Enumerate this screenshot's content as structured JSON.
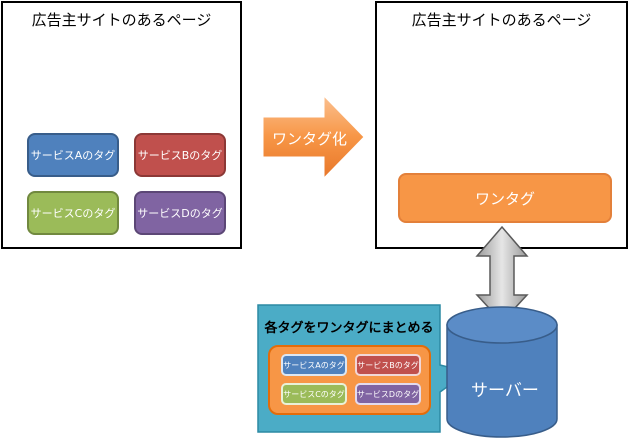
{
  "left_page": {
    "title": "広告主サイトのあるページ",
    "tags": [
      {
        "label": "サービスAのタグ",
        "color": "#4f81bd"
      },
      {
        "label": "サービスBのタグ",
        "color": "#c0504d"
      },
      {
        "label": "サービスCのタグ",
        "color": "#9bbb59"
      },
      {
        "label": "サービスDのタグ",
        "color": "#8064a2"
      }
    ]
  },
  "arrow": {
    "label": "ワンタグ化",
    "color": "#f79646"
  },
  "right_page": {
    "title": "広告主サイトのあるページ",
    "onetag_label": "ワンタグ"
  },
  "server": {
    "label": "サーバー",
    "color": "#4f81bd"
  },
  "callout": {
    "title": "各タグをワンタグにまとめる",
    "background": "#4bacc6",
    "tags": [
      {
        "label": "サービスAのタグ",
        "color": "#4f81bd"
      },
      {
        "label": "サービスBのタグ",
        "color": "#c0504d"
      },
      {
        "label": "サービスCのタグ",
        "color": "#9bbb59"
      },
      {
        "label": "サービスDのタグ",
        "color": "#8064a2"
      }
    ]
  }
}
